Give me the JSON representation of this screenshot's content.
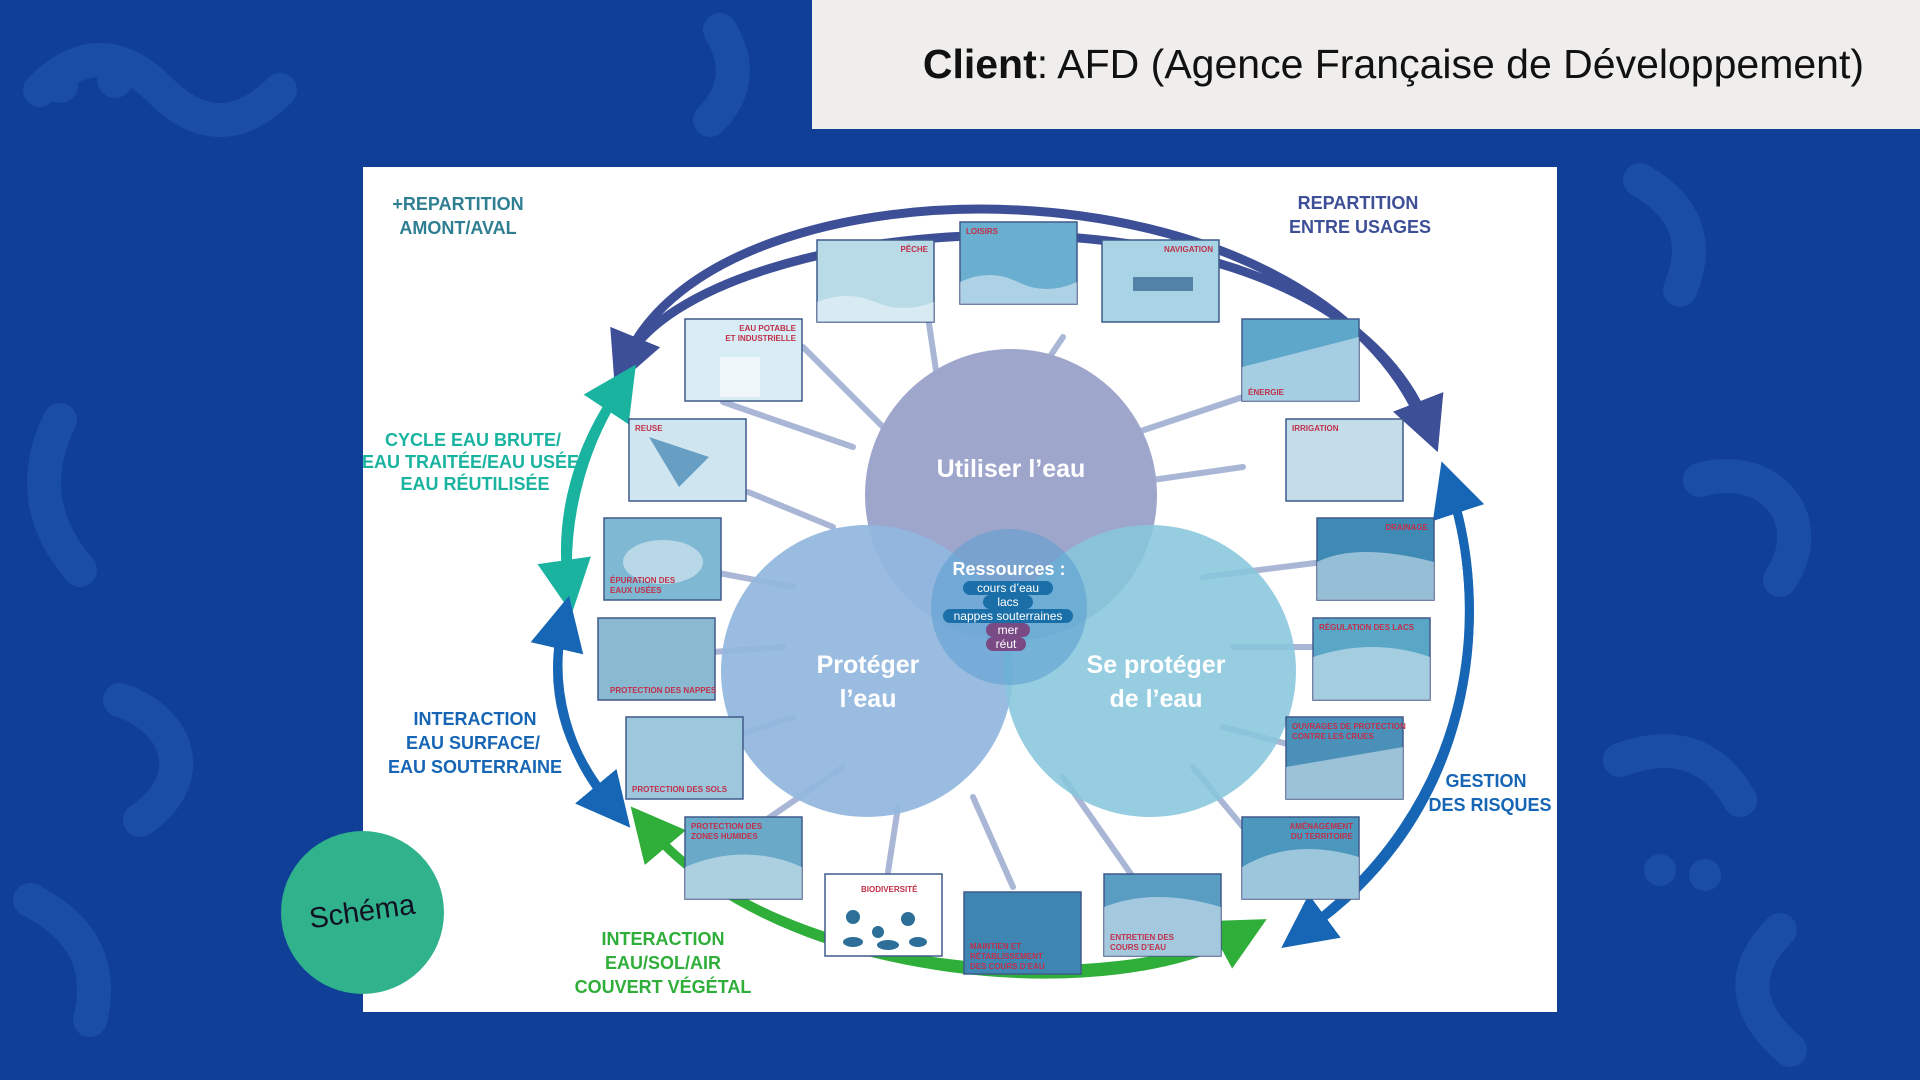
{
  "header": {
    "client_label": "Client",
    "client_value": ": AFD (Agence Française de Développement)"
  },
  "badge": {
    "label": "Schéma"
  },
  "diagram": {
    "circles": {
      "top": "Utiliser l’eau",
      "left_line1": "Protéger",
      "left_line2": "l’eau",
      "right_line1": "Se protéger",
      "right_line2": "de l’eau"
    },
    "center": {
      "title": "Ressources :",
      "items": [
        "cours d’eau",
        "lacs",
        "nappes souterraines",
        "mer",
        "réut"
      ]
    },
    "arcs": {
      "top_left": [
        "+REPARTITION",
        "AMONT/AVAL"
      ],
      "top_right": [
        "REPARTITION",
        "ENTRE USAGES"
      ],
      "left_upper": [
        "CYCLE EAU BRUTE/",
        "EAU TRAITÉE/EAU USÉE/",
        "EAU RÉUTILISÉE"
      ],
      "left_lower": [
        "INTERACTION",
        "EAU SURFACE/",
        "EAU SOUTERRAINE"
      ],
      "bottom": [
        "INTERACTION",
        "EAU/SOL/AIR",
        "COUVERT VÉGÉTAL"
      ],
      "right": [
        "GESTION",
        "DES RISQUES"
      ]
    },
    "tiles": {
      "peche": "PÊCHE",
      "loisirs": "LOISIRS",
      "navigation": "NAVIGATION",
      "eau_potable_1": "EAU POTABLE",
      "eau_potable_2": "ET INDUSTRIELLE",
      "energie": "ÉNERGIE",
      "reuse": "REUSE",
      "irrigation": "IRRIGATION",
      "epuration_1": "ÉPURATION DES",
      "epuration_2": "EAUX USÉES",
      "drainage": "DRAINAGE",
      "protection_nappes": "PROTECTION DES NAPPES",
      "regulation_lacs": "RÉGULATION DES LACS",
      "protection_sols": "PROTECTION DES SOLS",
      "ouvrages_1": "OUVRAGES DE PROTECTION",
      "ouvrages_2": "CONTRE LES CRUES",
      "zones_humides_1": "PROTECTION DES",
      "zones_humides_2": "ZONES HUMIDES",
      "amenagement_1": "AMÉNAGEMENT",
      "amenagement_2": "DU TERRITOIRE",
      "biodiversite": "BIODIVERSITÉ",
      "maintien_1": "MAINTIEN ET",
      "maintien_2": "RÉTABLISSEMENT",
      "maintien_3": "DES COURS D’EAU",
      "entretien_1": "ENTRETIEN DES",
      "entretien_2": "COURS D’EAU"
    }
  },
  "colors": {
    "background": "#0f3f96",
    "client_bar": "#efeeec",
    "badge": "#30b28d",
    "circle_top": "#9fa6cc",
    "circle_left": "#92b7df",
    "circle_right": "#87c6dc",
    "arc_top": "#3d4f97",
    "arc_teal": "#1ab3a0",
    "arc_blue": "#1766b5",
    "arc_green": "#2fae3a",
    "tile_label": "#c0304a"
  }
}
